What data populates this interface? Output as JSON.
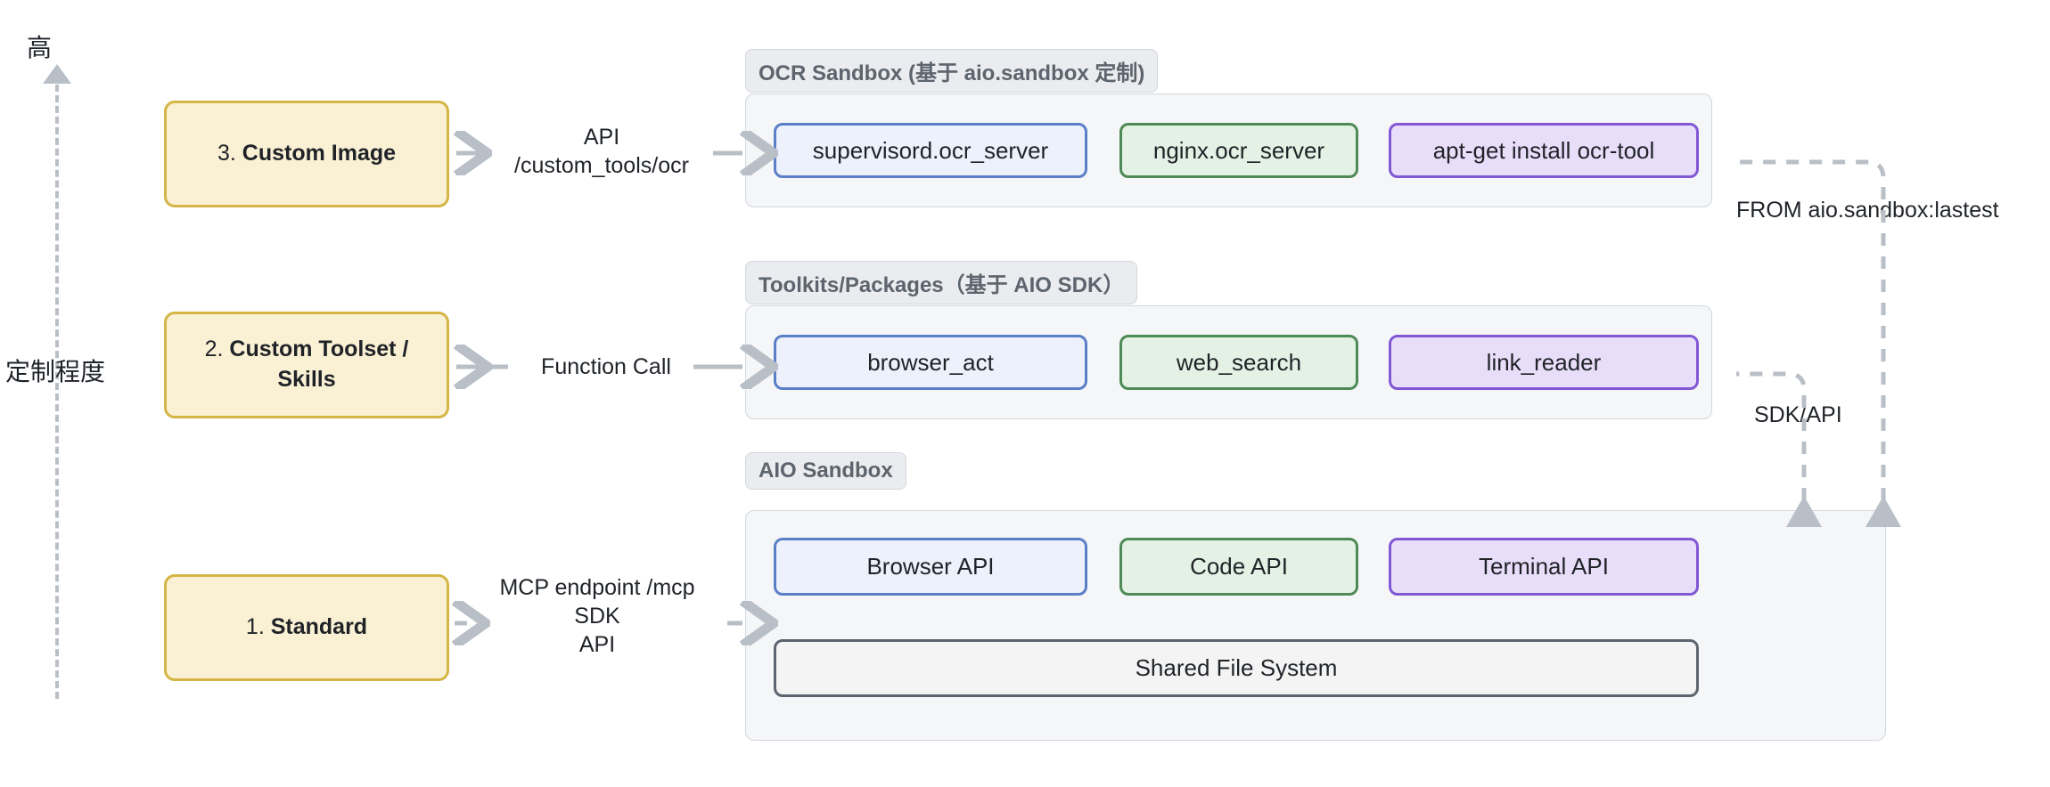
{
  "axis": {
    "top_label": "高",
    "side_label": "定制程度"
  },
  "stages": [
    {
      "id": "stage3",
      "number": "3. ",
      "name": "Custom Image"
    },
    {
      "id": "stage2",
      "number": "2. ",
      "name": "Custom Toolset / Skills"
    },
    {
      "id": "stage1",
      "number": "1. ",
      "name": "Standard"
    }
  ],
  "groups": [
    {
      "tag": "OCR Sandbox (基于 aio.sandbox 定制)",
      "items": [
        {
          "label": "supervisord.ocr_server",
          "color": "blue"
        },
        {
          "label": "nginx.ocr_server",
          "color": "green"
        },
        {
          "label": "apt-get install ocr-tool",
          "color": "purple"
        }
      ]
    },
    {
      "tag": "Toolkits/Packages（基于 AIO SDK）",
      "items": [
        {
          "label": "browser_act",
          "color": "blue"
        },
        {
          "label": "web_search",
          "color": "green"
        },
        {
          "label": "link_reader",
          "color": "purple"
        }
      ]
    },
    {
      "tag": "AIO Sandbox",
      "items": [
        {
          "label": "Browser API",
          "color": "blue"
        },
        {
          "label": "Code API",
          "color": "green"
        },
        {
          "label": "Terminal API",
          "color": "purple"
        },
        {
          "label": "Shared File System",
          "color": "gray"
        }
      ]
    }
  ],
  "connectors": {
    "top_line1": "API",
    "top_line2": "/custom_tools/ocr",
    "middle": "Function Call",
    "bottom_line1": "MCP endpoint /mcp",
    "bottom_line2": "SDK",
    "bottom_line3": "API"
  },
  "notes": {
    "from_image": "FROM aio.sandbox:lastest",
    "sdk_api": "SDK/API"
  },
  "colors": {
    "yellow_fill": "#FAF0D4",
    "yellow_border": "#D4B545",
    "blue_border": "#5B7FC7",
    "green_border": "#4E8A55",
    "purple_border": "#8157D4",
    "gray_border": "#5C6470",
    "group_fill": "#F4F6F8",
    "tag_fill": "#EAECEF",
    "arrow_gray": "#b9bfc6"
  }
}
